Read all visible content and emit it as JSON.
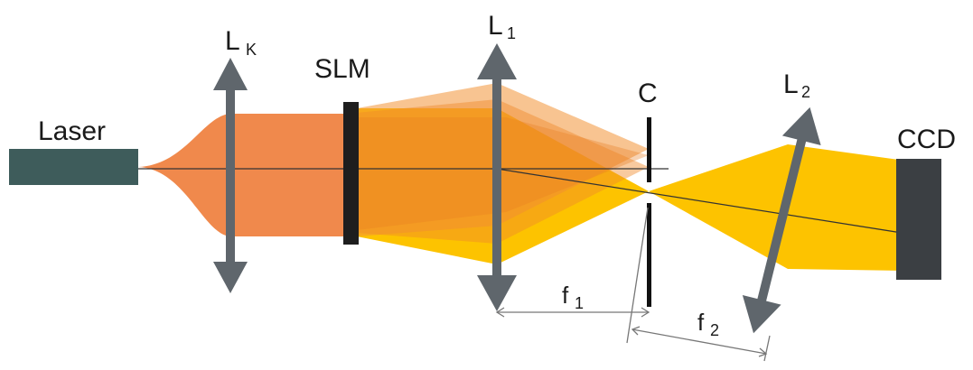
{
  "labels": {
    "laser": "Laser",
    "lk_main": "L",
    "lk_sub": "K",
    "slm": "SLM",
    "l1_main": "L",
    "l1_sub": "1",
    "c": "C",
    "l2_main": "L",
    "l2_sub": "2",
    "ccd": "CCD",
    "f1_main": "f",
    "f1_sub": "1",
    "f2_main": "f",
    "f2_sub": "2"
  },
  "colors": {
    "laser_body": "#3e5c5b",
    "expanded_beam": "#f0894c",
    "beam_orange": "#f39436",
    "beam_yellow": "#fdc300",
    "lens": "#5f666c",
    "slm": "#1e1e1e",
    "ccd": "#3b3f43",
    "axis": "#333333",
    "dimension": "#777777"
  }
}
